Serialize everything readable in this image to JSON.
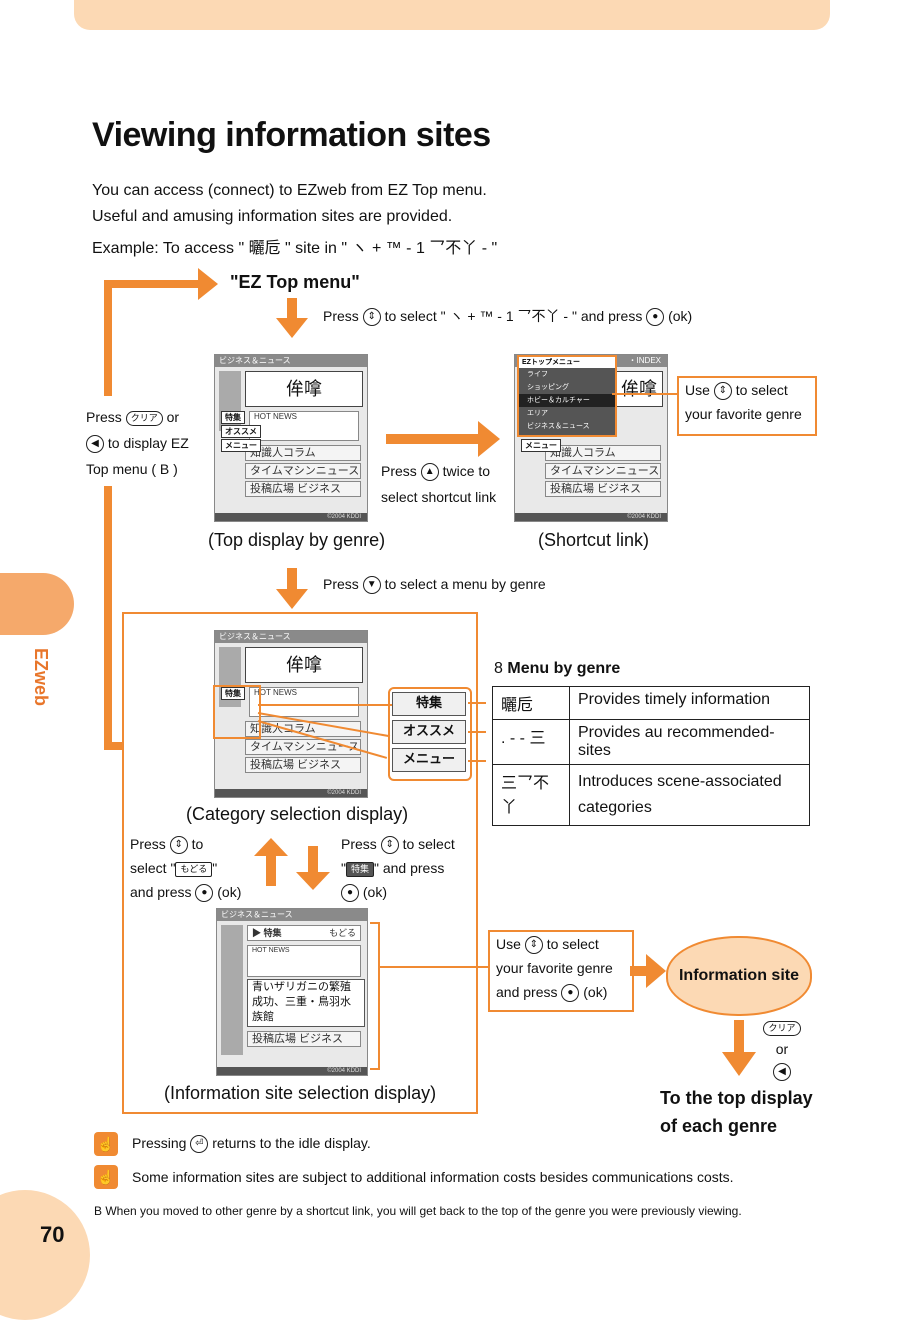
{
  "page": {
    "title": "Viewing information sites",
    "section_label": "EZweb",
    "page_number": "70"
  },
  "intro": {
    "line1": "You can access (connect) to EZweb from EZ Top menu.",
    "line2": "Useful and amusing information sites are provided.",
    "line3": "Example: To access \" 曬卮 \" site in \" ヽ + ™ - 1 乛不丫 - \""
  },
  "flow": {
    "ez_top_menu": "\"EZ Top menu\"",
    "press_select_pre": "Press",
    "press_select_post": "to select \" ヽ + ™ - 1 乛不丫 - \" and press",
    "press_select_ok": "(ok)",
    "left_note_line1": "Press",
    "left_note_or": "or",
    "left_note_line2": "to display EZ",
    "left_note_line3": "Top menu ( Β )",
    "key_clear": "クリア",
    "twice_line1_pre": "Press",
    "twice_line1_post": "twice to",
    "twice_line2": "select shortcut link",
    "fav_pre": "Use",
    "fav_post": "to select",
    "fav_line2": "your favorite genre",
    "caption_top": "(Top display by genre)",
    "caption_shortcut": "(Shortcut link)",
    "menu_press_pre": "Press",
    "menu_press_post": "to select a menu by genre",
    "caption_category": "(Category selection display)",
    "caption_info": "(Information site selection display)",
    "up_line1_pre": "Press",
    "up_line1_post": "to",
    "up_line2_pre": "select \"",
    "up_line2_post": "\"",
    "up_line3_pre": "and press",
    "up_line3_post": "(ok)",
    "down_line1_pre": "Press",
    "down_line1_post": "to select",
    "down_line2_post": "\" and press",
    "down_line3": "(ok)",
    "info_use_pre": "Use",
    "info_use_post": "to select",
    "info_use_line2": "your favorite genre",
    "info_use_line3_pre": "and press",
    "info_use_line3_post": "(ok)",
    "info_site": "Information site",
    "or": "or",
    "back_line1": "To the top display",
    "back_line2": "of each genre"
  },
  "screens": {
    "bar_label": "ビジネス＆ニュース",
    "logo_text": "侔嗱",
    "hot_news": "HOT NEWS",
    "row1": "知識人コラム",
    "row2": "タイムマシンニュース",
    "row3": "投稿広場 ビジネス",
    "footer": "©2004 KDDI",
    "tag1": "特集",
    "tag2": "オススメ",
    "tag3": "メニュー",
    "shortcut_title": "EZトップメニュー",
    "shortcut_index": "・INDEX",
    "shortcut_items": [
      "ライフ",
      "ショッピング",
      "ホビー＆カルチャー",
      "エリア",
      "ビジネス＆ニュース"
    ],
    "info_header": "▶ 特集",
    "info_back": "もどる",
    "info_list": [
      "青いザリガニの繁殖",
      "成功、三重・鳥羽水",
      "族館"
    ],
    "back_tag": "もどる",
    "feature_tag": "特集"
  },
  "menu_by_genre": {
    "heading_num": "8",
    "heading": "Menu by genre",
    "buttons": [
      "特集",
      "オススメ",
      "メニュー"
    ],
    "rows": [
      {
        "term": "曬卮",
        "desc": "Provides timely information"
      },
      {
        "term": ". - - 三",
        "desc": "Provides au recommended-sites"
      },
      {
        "term": "三乛不丫",
        "desc": "Introduces scene-associated categories"
      }
    ]
  },
  "notes": {
    "note1_pre": "Pressing",
    "note1_post": "returns to the idle display.",
    "note2": "Some information sites are subject to additional information costs besides communications costs.",
    "footnote": "Β  When you moved to other genre by a shortcut link, you will get back to the top of the genre you were previously viewing."
  },
  "colors": {
    "accent": "#f08a32",
    "tab": "#f5a96b",
    "topbar": "#fcd9b4"
  }
}
